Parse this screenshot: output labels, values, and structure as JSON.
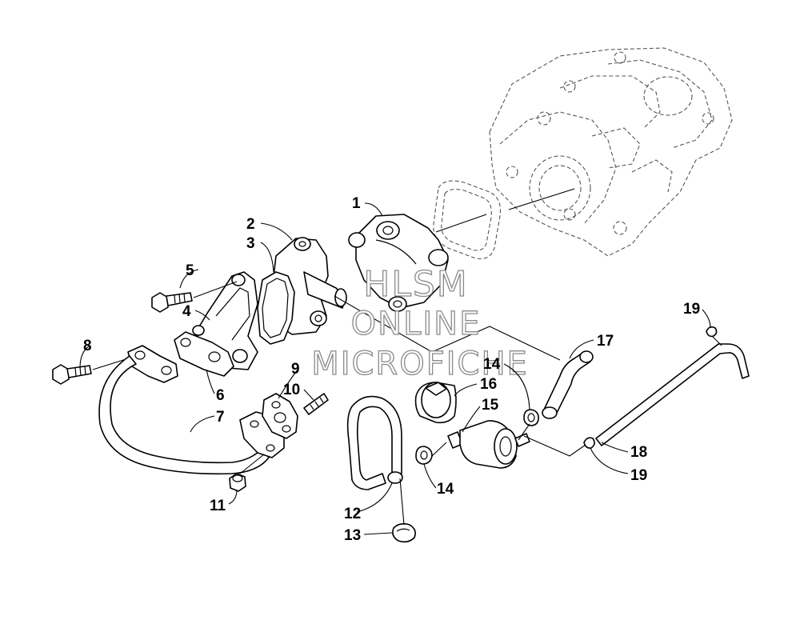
{
  "callouts": [
    {
      "id": "c1",
      "label": "1"
    },
    {
      "id": "c2",
      "label": "2"
    },
    {
      "id": "c3",
      "label": "3"
    },
    {
      "id": "c4",
      "label": "4"
    },
    {
      "id": "c5",
      "label": "5"
    },
    {
      "id": "c6",
      "label": "6"
    },
    {
      "id": "c7",
      "label": "7"
    },
    {
      "id": "c8",
      "label": "8"
    },
    {
      "id": "c9",
      "label": "9"
    },
    {
      "id": "c10",
      "label": "10"
    },
    {
      "id": "c11",
      "label": "11"
    },
    {
      "id": "c12",
      "label": "12"
    },
    {
      "id": "c13",
      "label": "13"
    },
    {
      "id": "c14a",
      "label": "14"
    },
    {
      "id": "c14b",
      "label": "14"
    },
    {
      "id": "c15",
      "label": "15"
    },
    {
      "id": "c16",
      "label": "16"
    },
    {
      "id": "c17",
      "label": "17"
    },
    {
      "id": "c18",
      "label": "18"
    },
    {
      "id": "c19a",
      "label": "19"
    },
    {
      "id": "c19b",
      "label": "19"
    }
  ],
  "watermark": {
    "line1": "HLSM",
    "line2": "ONLINE",
    "line3": "MICROFICHE"
  }
}
